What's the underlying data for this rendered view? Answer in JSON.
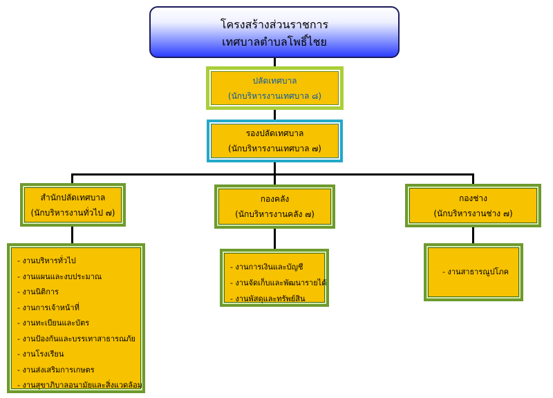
{
  "header": {
    "line1": "โครงสร้างส่วนราชการ",
    "line2": "เทศบาลตำบลโพธิ์ไชย"
  },
  "top": {
    "title": "ปลัดเทศบาล",
    "subtitle": "(นักบริหารงานเทศบาล ๘)"
  },
  "deputy": {
    "title": "รองปลัดเทศบาล",
    "subtitle": "(นักบริหารงานเทศบาล ๗)"
  },
  "divisions": [
    {
      "title": "สำนักปลัดเทศบาล",
      "subtitle": "(นักบริหารงานทั่วไป ๗)",
      "tasks": [
        "- งานบริหารทั่วไป",
        "- งานแผนและงบประมาณ",
        "- งานนิติการ",
        "- งานการเจ้าหน้าที่",
        "- งานทะเบียนและบัตร",
        "- งานป้องกันและบรรเทาสาธารณภัย",
        "- งานโรงเรียน",
        "- งานส่งเสริมการเกษตร",
        "- งานสุขาภิบาลอนามัยและสิ่งแวดล้อม"
      ]
    },
    {
      "title": "กองคลัง",
      "subtitle": "(นักบริหารงานคลัง ๗)",
      "tasks": [
        "- งานการเงินและบัญชี",
        "- งานจัดเก็บและพัฒนารายได้",
        "- งานพัสดุและทรัพย์สิน"
      ]
    },
    {
      "title": "กองช่าง",
      "subtitle": "(นักบริหารงานช่าง ๗)",
      "tasks": [
        "- งานสาธารณูปโภค"
      ]
    }
  ]
}
